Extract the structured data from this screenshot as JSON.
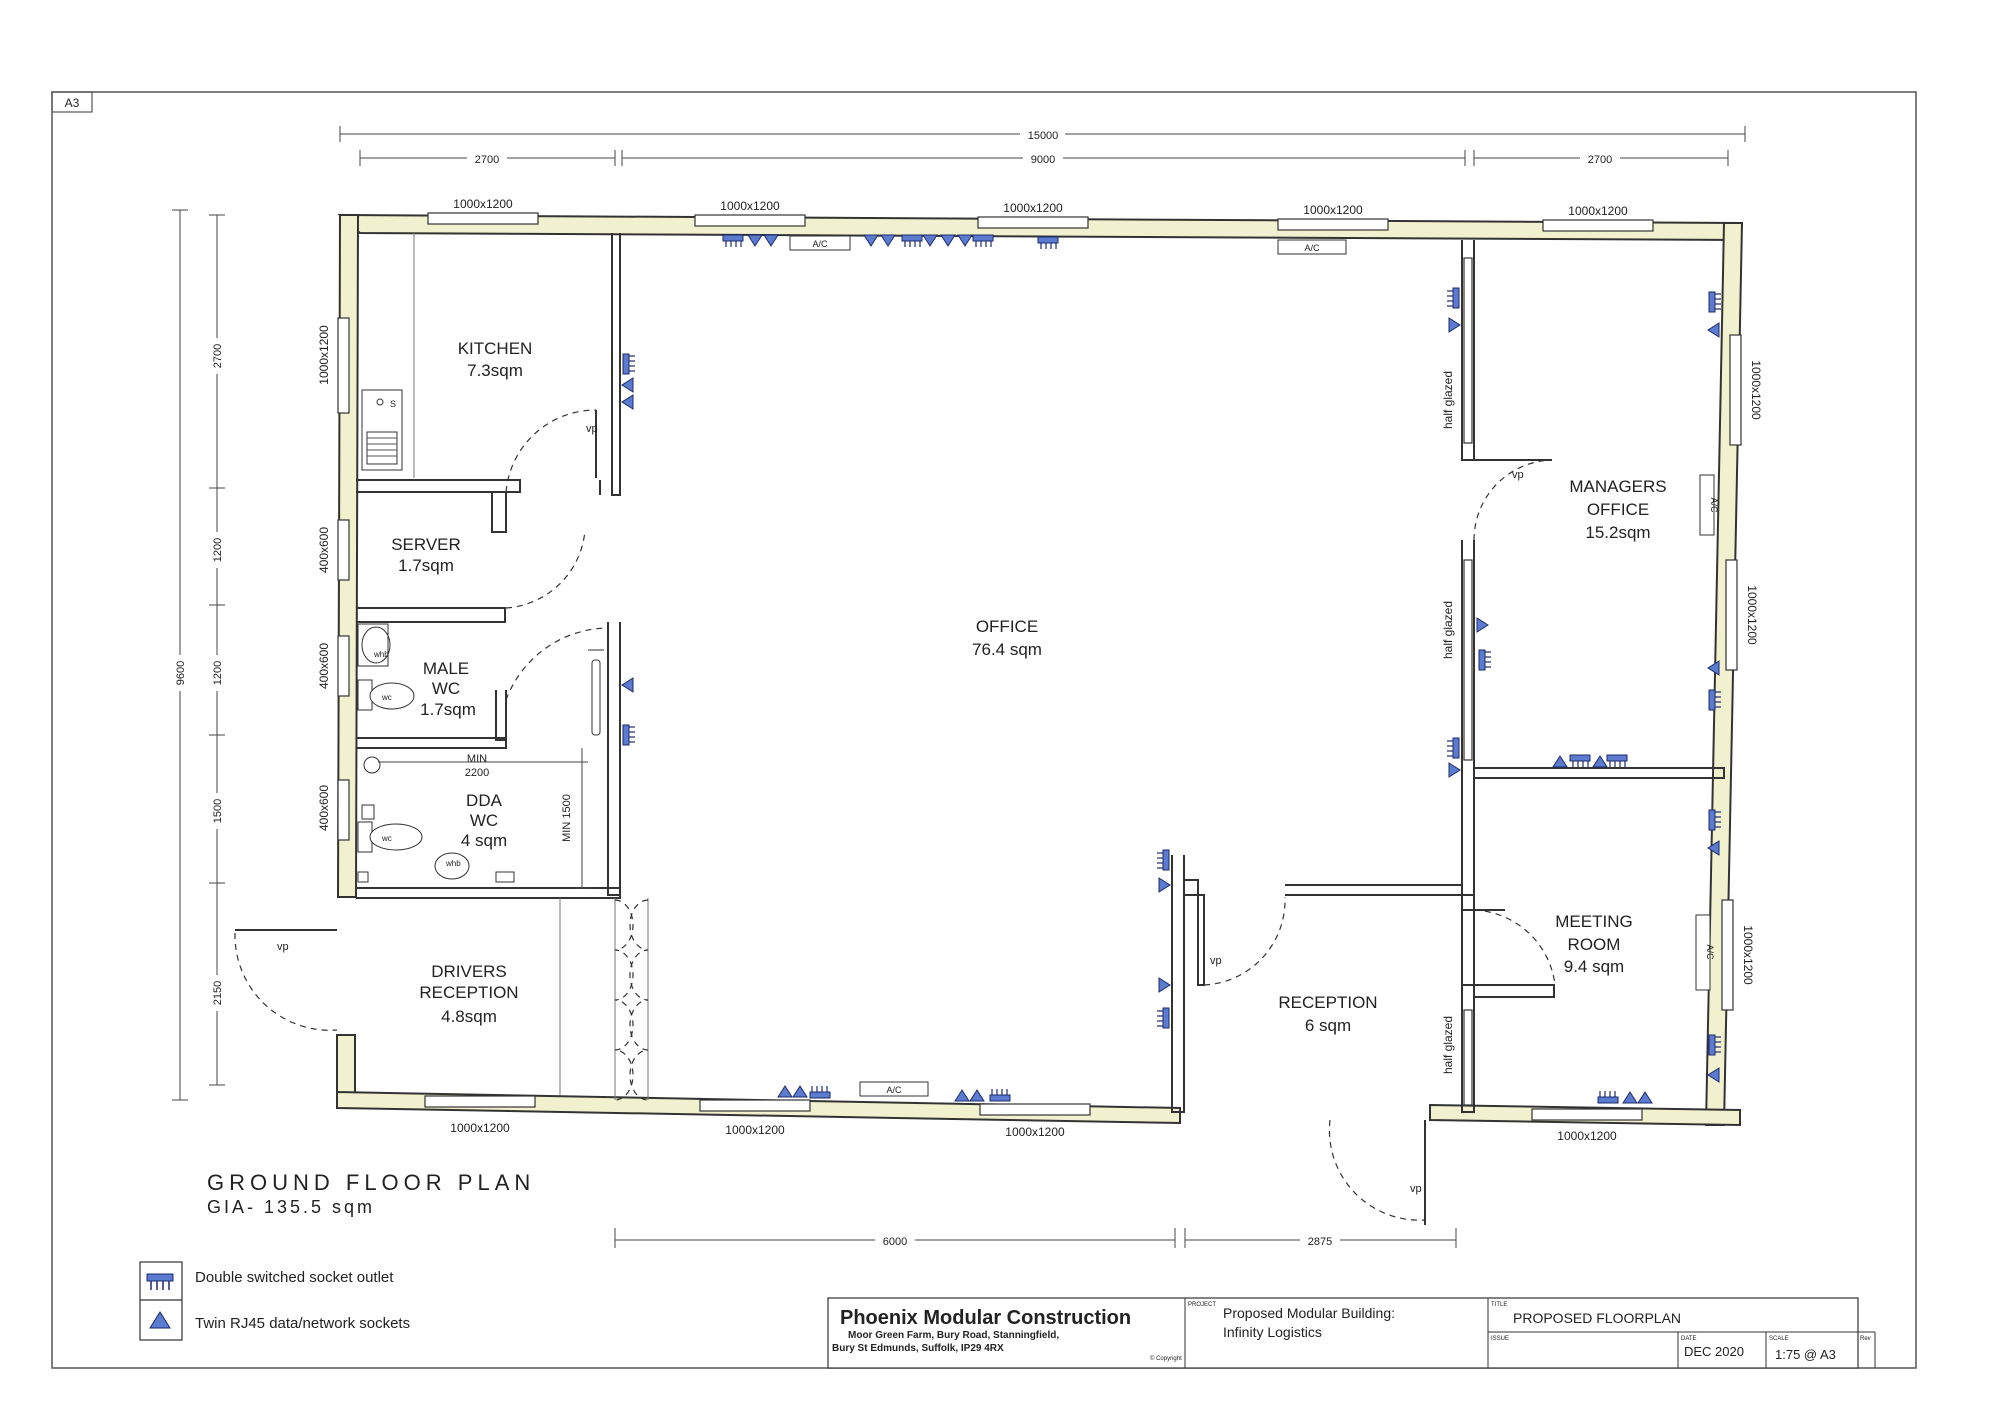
{
  "sheet": {
    "size_tag": "A3"
  },
  "plan": {
    "title": "GROUND FLOOR PLAN",
    "subtitle": "GIA- 135.5 sqm"
  },
  "dimensions": {
    "top_total": "15000",
    "top_left": "2700",
    "top_mid": "9000",
    "top_right": "2700",
    "left_total": "9600",
    "left_1": "2700",
    "left_2": "1200",
    "left_3": "1200",
    "left_4": "1500",
    "left_5": "2150",
    "bottom_1": "6000",
    "bottom_2": "2875"
  },
  "windows": {
    "large": "1000x1200",
    "small": "400x600"
  },
  "rooms": {
    "kitchen": {
      "name": "KITCHEN",
      "area": "7.3sqm"
    },
    "server": {
      "name": "SERVER",
      "area": "1.7sqm"
    },
    "male_wc": {
      "name_1": "MALE",
      "name_2": "WC",
      "area": "1.7sqm"
    },
    "dda_wc": {
      "name_1": "DDA",
      "name_2": "WC",
      "area": "4 sqm"
    },
    "drivers": {
      "name_1": "DRIVERS",
      "name_2": "RECEPTION",
      "area": "4.8sqm"
    },
    "office": {
      "name": "OFFICE",
      "area": "76.4 sqm"
    },
    "managers": {
      "name_1": "MANAGERS",
      "name_2": "OFFICE",
      "area": "15.2sqm"
    },
    "meeting": {
      "name_1": "MEETING",
      "name_2": "ROOM",
      "area": "9.4 sqm"
    },
    "reception": {
      "name": "RECEPTION",
      "area": "6 sqm"
    }
  },
  "annotations": {
    "ac": "A/C",
    "vp": "vp",
    "half_glazed": "half glazed",
    "min_label": "MIN",
    "min_2200": "2200",
    "min_1500": "MIN 1500",
    "wc": "wc",
    "whb": "whb",
    "sink": "S"
  },
  "legend": {
    "socket": "Double switched socket outlet",
    "network": "Twin RJ45 data/network sockets"
  },
  "title_block": {
    "company": "Phoenix Modular Construction",
    "address_1": "Moor Green Farm, Bury Road, Stanningfield,",
    "address_2": "Bury St Edmunds, Suffolk, IP29 4RX",
    "copyright": "© Copyright",
    "project_tag": "PROJECT",
    "project_1": "Proposed Modular Building:",
    "project_2": "Infinity Logistics",
    "title_tag": "TITLE",
    "title": "PROPOSED FLOORPLAN",
    "issue_tag": "ISSUE",
    "date_tag": "DATE",
    "date": "DEC 2020",
    "scale_tag": "SCALE",
    "scale": "1:75 @ A3",
    "rev_tag": "Rev"
  },
  "colors": {
    "wall_fill": "#f1f1cf",
    "socket_blue": "#5a7bd0",
    "line": "#333333"
  },
  "icons": [
    "double-socket-icon",
    "network-socket-icon",
    "sink-icon",
    "toilet-icon",
    "basin-icon"
  ]
}
